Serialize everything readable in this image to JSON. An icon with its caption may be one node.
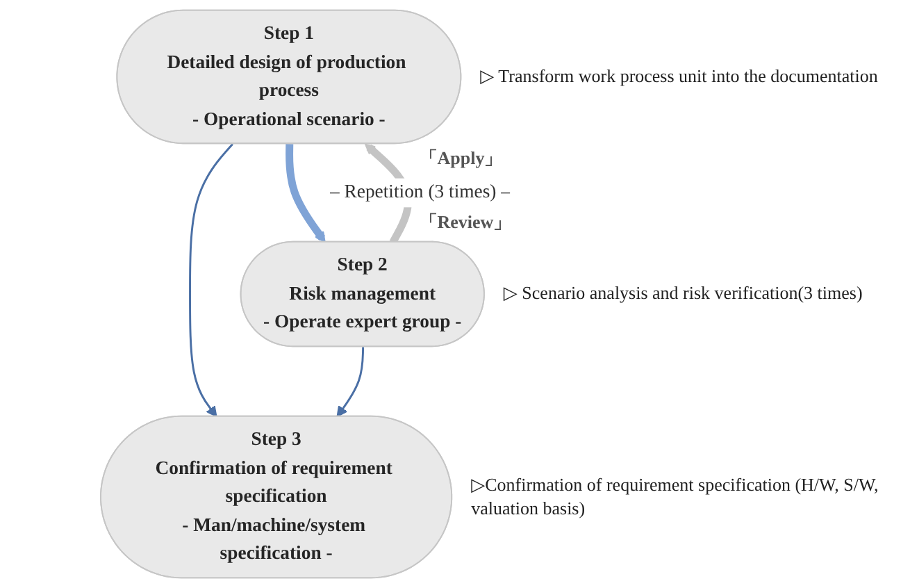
{
  "diagram": {
    "nodes": [
      {
        "text": [
          "Step 1",
          "Detailed design of production process",
          "- Operational scenario -"
        ],
        "beside": [
          "▷ Transform work process unit into the documentation"
        ]
      },
      {
        "text": [
          "Step 2",
          "Risk management",
          "- Operate expert group -"
        ],
        "beside": [
          "▷ Scenario analysis and risk verification(3 times)"
        ]
      },
      {
        "text": [
          "Step 3",
          "Confirmation of requirement specification",
          "- Man/machine/system specification -"
        ],
        "beside": [
          "▷Confirmation of requirement specification (H/W, S/W, valuation basis)"
        ]
      }
    ],
    "edges": [
      {
        "from": 0,
        "to": 1,
        "arrow": "to",
        "style": "thick",
        "color": "#7fa3d6"
      },
      {
        "from": 1,
        "to": 0,
        "arrow": "to",
        "label": "– Repetition (3 times) –",
        "style": "thick",
        "color": "#c4c4c4"
      },
      {
        "from": 0,
        "to": 2,
        "arrow": "to"
      },
      {
        "from": 1,
        "to": 2,
        "arrow": "to"
      }
    ],
    "labels": [
      "「Apply」",
      "「Review」"
    ]
  }
}
